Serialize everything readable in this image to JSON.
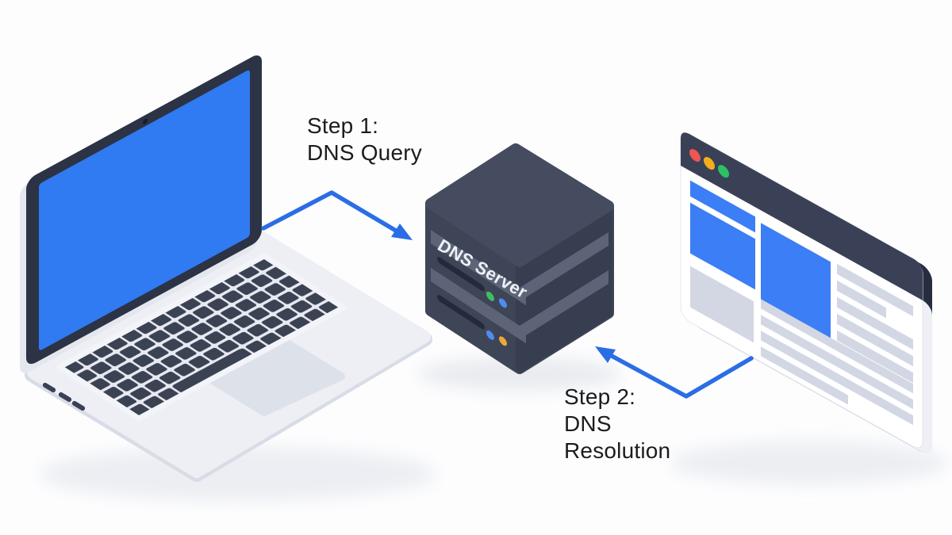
{
  "diagram": {
    "title": "DNS resolution diagram",
    "background": "#fdfdfe"
  },
  "labels": {
    "step1_line1": "Step 1:",
    "step1_line2": "DNS Query",
    "step2_line1": "Step 2:",
    "step2_line2": "DNS",
    "step2_line3": "Resolution",
    "server_label": "DNS Server"
  },
  "colors": {
    "arrow_blue": "#2b6de6",
    "text_color": "#1b1c1e",
    "laptop_screen_blue": "#307af2",
    "browser_content_blue": "#3b7ef5",
    "browser_titlebar": "#3a4157",
    "server_top_face": "#454c60",
    "server_left_face": "#3e4557",
    "server_right_face": "#373e50",
    "server_band": "#5d6478",
    "server_slot": "#242a3b",
    "led_green": "#3fbd62",
    "led_blue": "#4e8cf2",
    "led_orange": "#f0a637",
    "traffic_red": "#ef5552",
    "traffic_yellow": "#f3ae19",
    "traffic_green": "#2bc167"
  }
}
